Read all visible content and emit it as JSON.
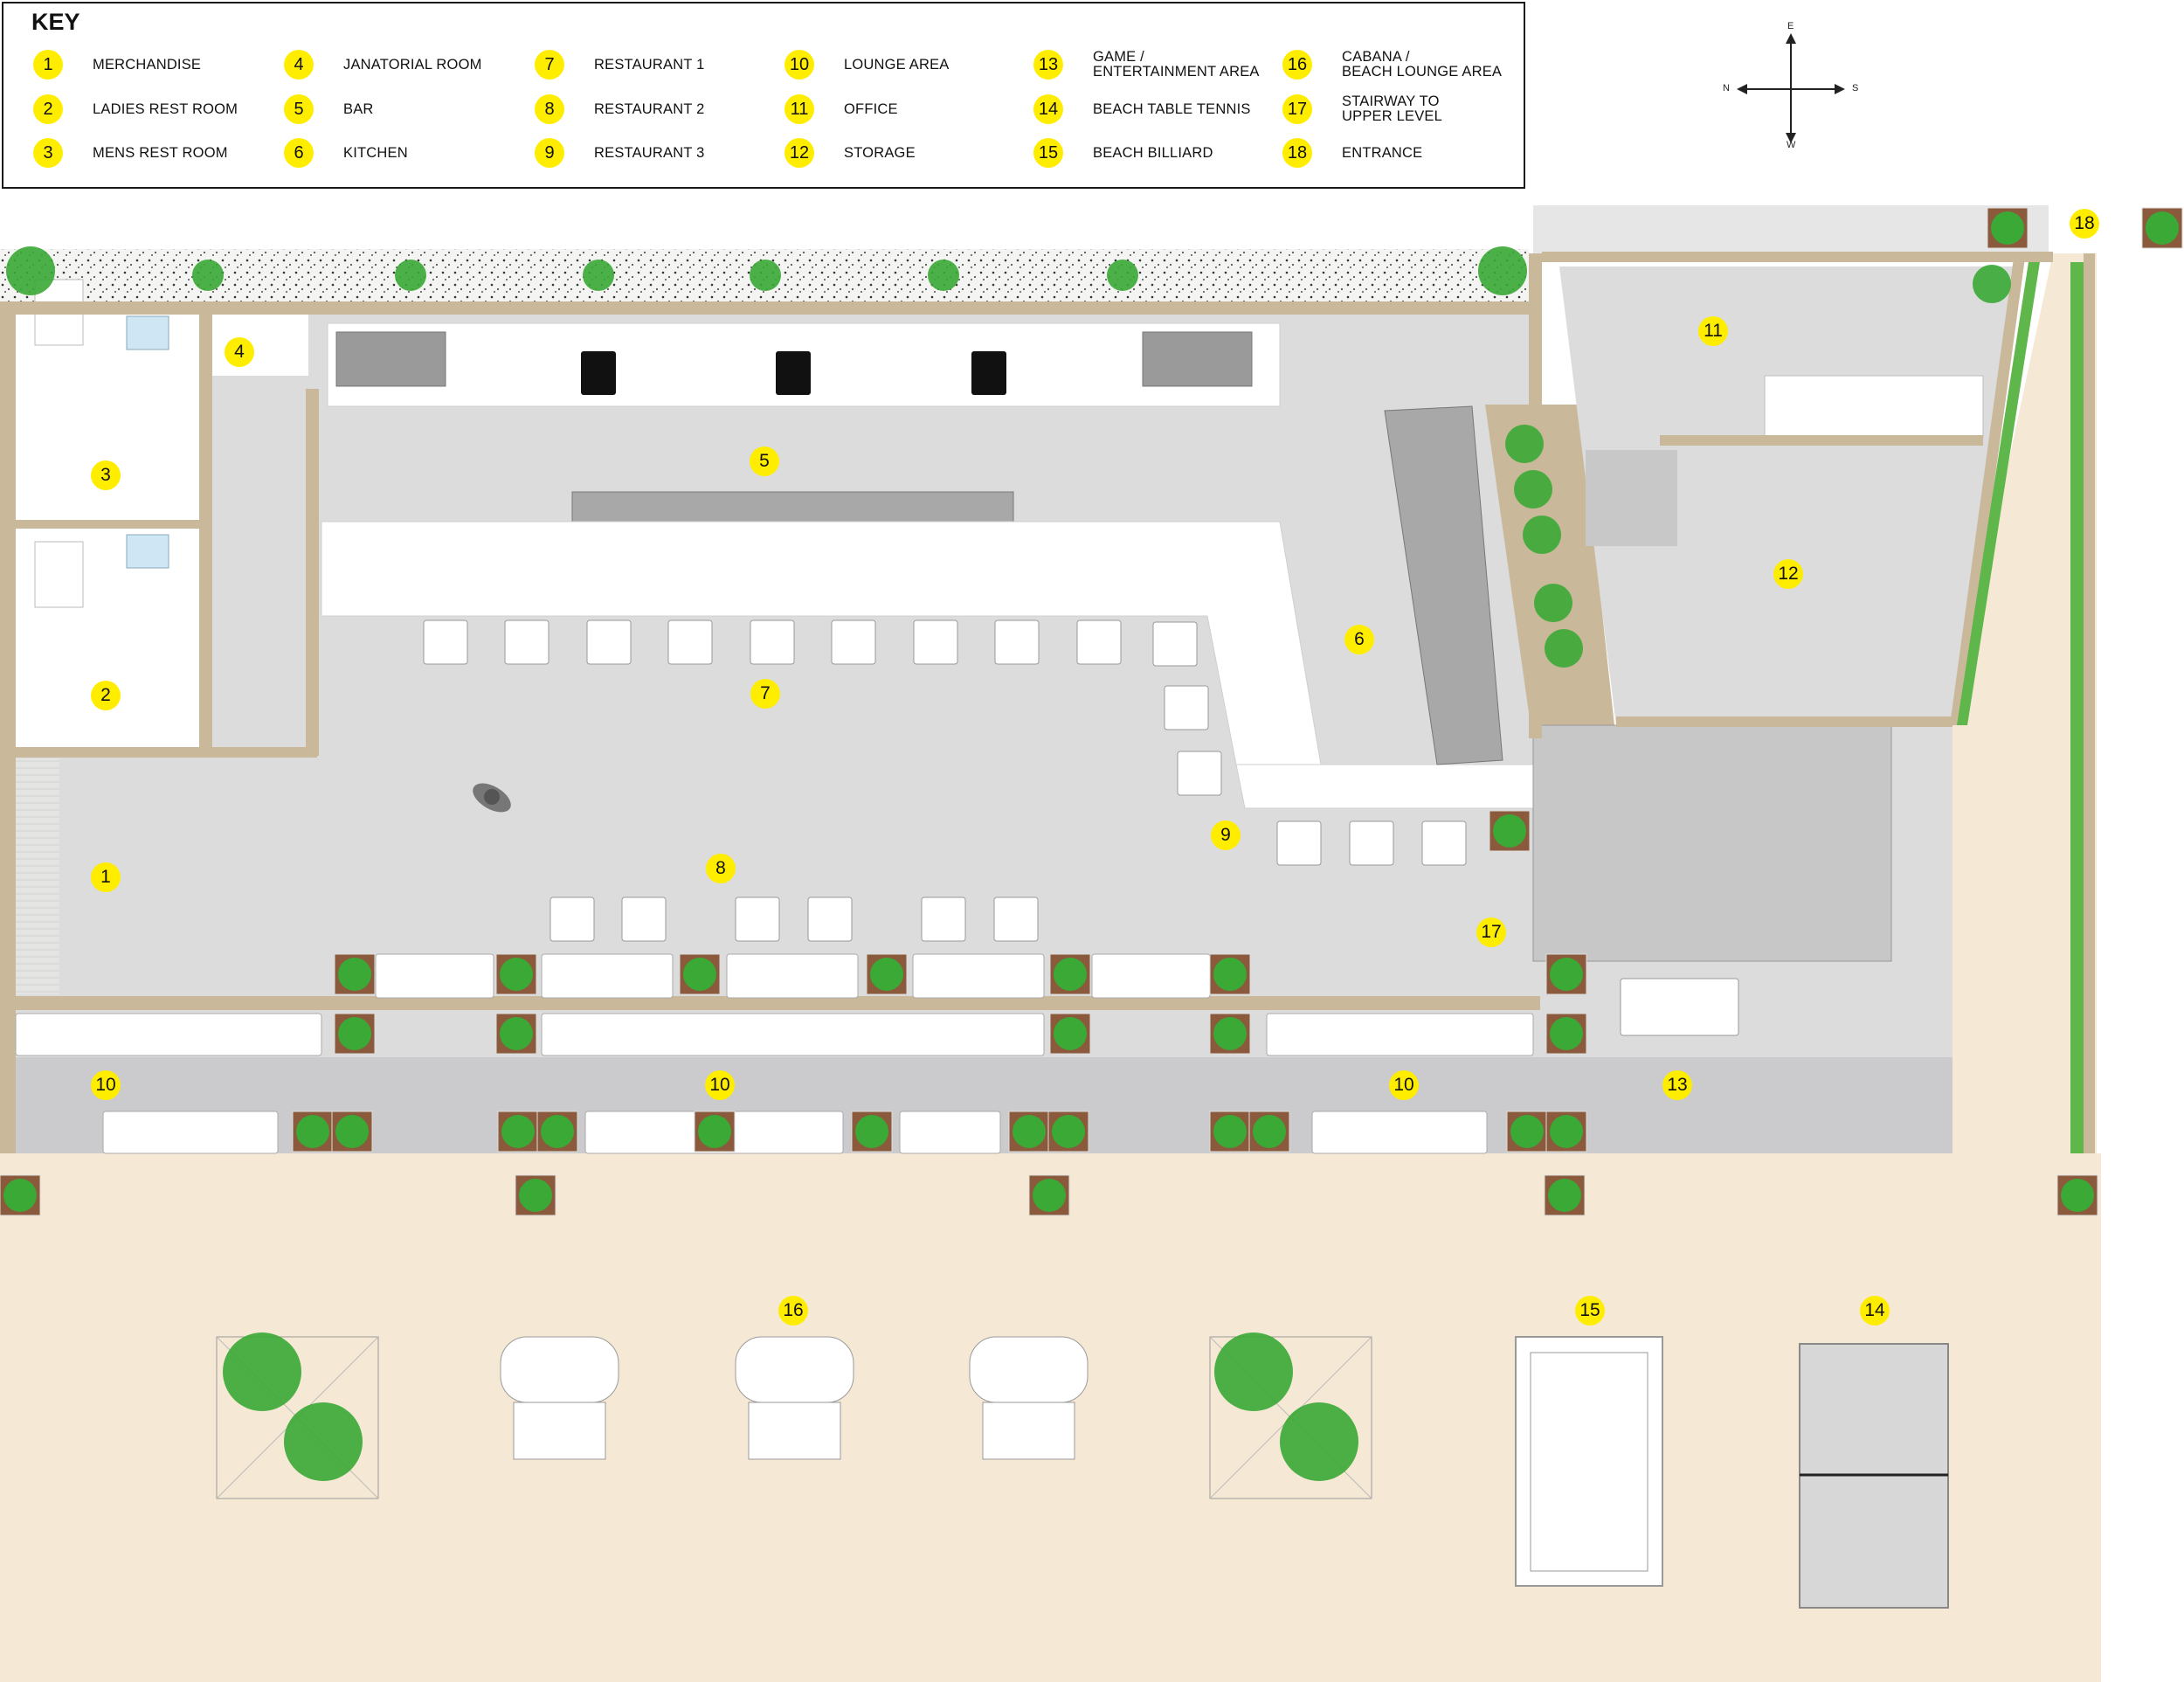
{
  "key": {
    "title": "KEY",
    "items": [
      {
        "num": "1",
        "label": "MERCHANDISE"
      },
      {
        "num": "2",
        "label": "LADIES REST ROOM"
      },
      {
        "num": "3",
        "label": "MENS REST ROOM"
      },
      {
        "num": "4",
        "label": "JANATORIAL ROOM"
      },
      {
        "num": "5",
        "label": "BAR"
      },
      {
        "num": "6",
        "label": "KITCHEN"
      },
      {
        "num": "7",
        "label": "RESTAURANT 1"
      },
      {
        "num": "8",
        "label": "RESTAURANT 2"
      },
      {
        "num": "9",
        "label": "RESTAURANT 3"
      },
      {
        "num": "10",
        "label": "LOUNGE AREA"
      },
      {
        "num": "11",
        "label": "OFFICE"
      },
      {
        "num": "12",
        "label": "STORAGE"
      },
      {
        "num": "13",
        "label": "GAME /\nENTERTAINMENT AREA"
      },
      {
        "num": "14",
        "label": "BEACH TABLE TENNIS"
      },
      {
        "num": "15",
        "label": "BEACH BILLIARD"
      },
      {
        "num": "16",
        "label": "CABANA /\nBEACH LOUNGE AREA"
      },
      {
        "num": "17",
        "label": "STAIRWAY TO\nUPPER LEVEL"
      },
      {
        "num": "18",
        "label": "ENTRANCE"
      }
    ]
  },
  "compass": {
    "north": "N",
    "south": "S",
    "east": "E",
    "west": "W"
  },
  "markers": [
    "1",
    "2",
    "3",
    "4",
    "5",
    "6",
    "7",
    "8",
    "9",
    "10",
    "10",
    "10",
    "11",
    "12",
    "13",
    "14",
    "15",
    "16",
    "17",
    "18"
  ],
  "colors": {
    "badge": "#ffed00",
    "wall": "#c9b99a",
    "floor": "#dcdcdd",
    "lounge_floor": "#cfcfd1",
    "sand": "#f5e9d5",
    "plant": "#3aa935",
    "planter": "#8b5a3c"
  }
}
